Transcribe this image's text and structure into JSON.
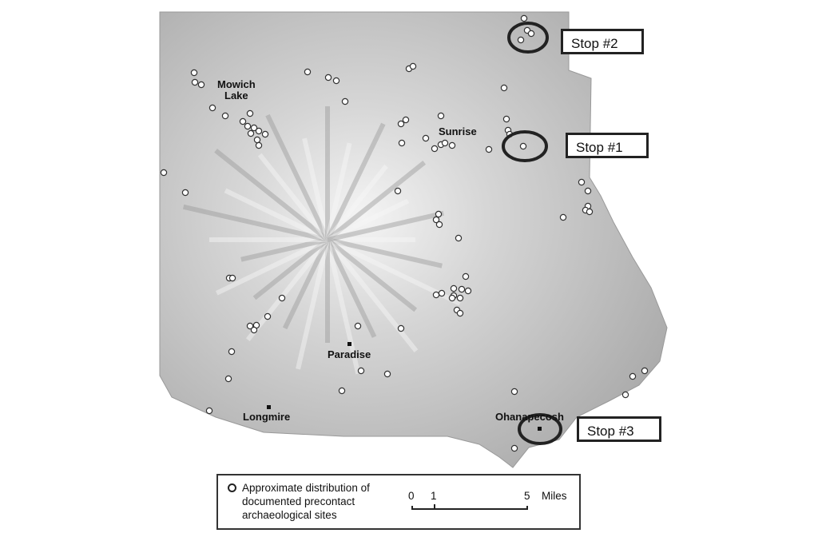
{
  "places": {
    "mowich": "Mowich\nLake",
    "mowich_1": "Mowich",
    "mowich_2": "Lake",
    "sunrise": "Sunrise",
    "paradise": "Paradise",
    "longmire": "Longmire",
    "ohanapecosh": "Ohanapecosh"
  },
  "stops": [
    "Stop #2",
    "Stop #1",
    "Stop #3"
  ],
  "legend": {
    "line1": "Approximate distribution of",
    "line2": "documented precontact",
    "line3": "archaeological sites"
  },
  "scale_bar": {
    "ticks": [
      "0",
      "1",
      "5"
    ],
    "unit": "Miles"
  },
  "colors": {
    "terrain": "#bdbdbd",
    "site_fill": "#ffffff",
    "outline": "#222222"
  }
}
